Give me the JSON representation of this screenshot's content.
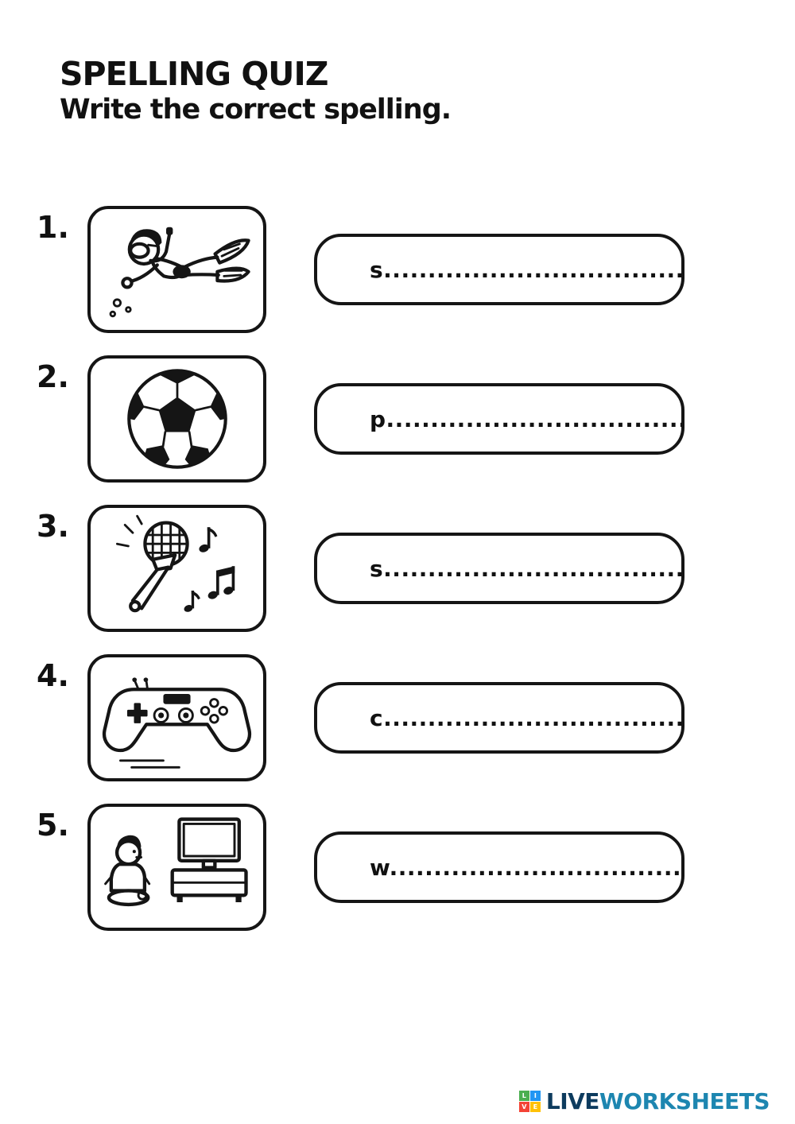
{
  "page": {
    "title": "SPELLING QUIZ",
    "subtitle": "Write the correct spelling."
  },
  "items": [
    {
      "number": "1.",
      "icon": "snorkeling-swimmer-icon",
      "answer_display": "s........................................"
    },
    {
      "number": "2.",
      "icon": "soccer-ball-icon",
      "answer_display": "p........................................"
    },
    {
      "number": "3.",
      "icon": "microphone-music-icon",
      "answer_display": "s......................................."
    },
    {
      "number": "4.",
      "icon": "game-controller-icon",
      "answer_display": "c........................................"
    },
    {
      "number": "5.",
      "icon": "boy-watching-tv-icon",
      "answer_display": "w........................................"
    }
  ],
  "footer": {
    "live": "LIVE",
    "worksheets": "WORKSHEETS",
    "icon_letters": [
      "L",
      "I",
      "V",
      "E"
    ]
  },
  "colors": {
    "ink": "#151515",
    "logo_live": "#0d3b5e",
    "logo_worksheets": "#1d86b0",
    "logo_cells": [
      "#4caf50",
      "#2196f3",
      "#f44336",
      "#ffc107"
    ]
  }
}
